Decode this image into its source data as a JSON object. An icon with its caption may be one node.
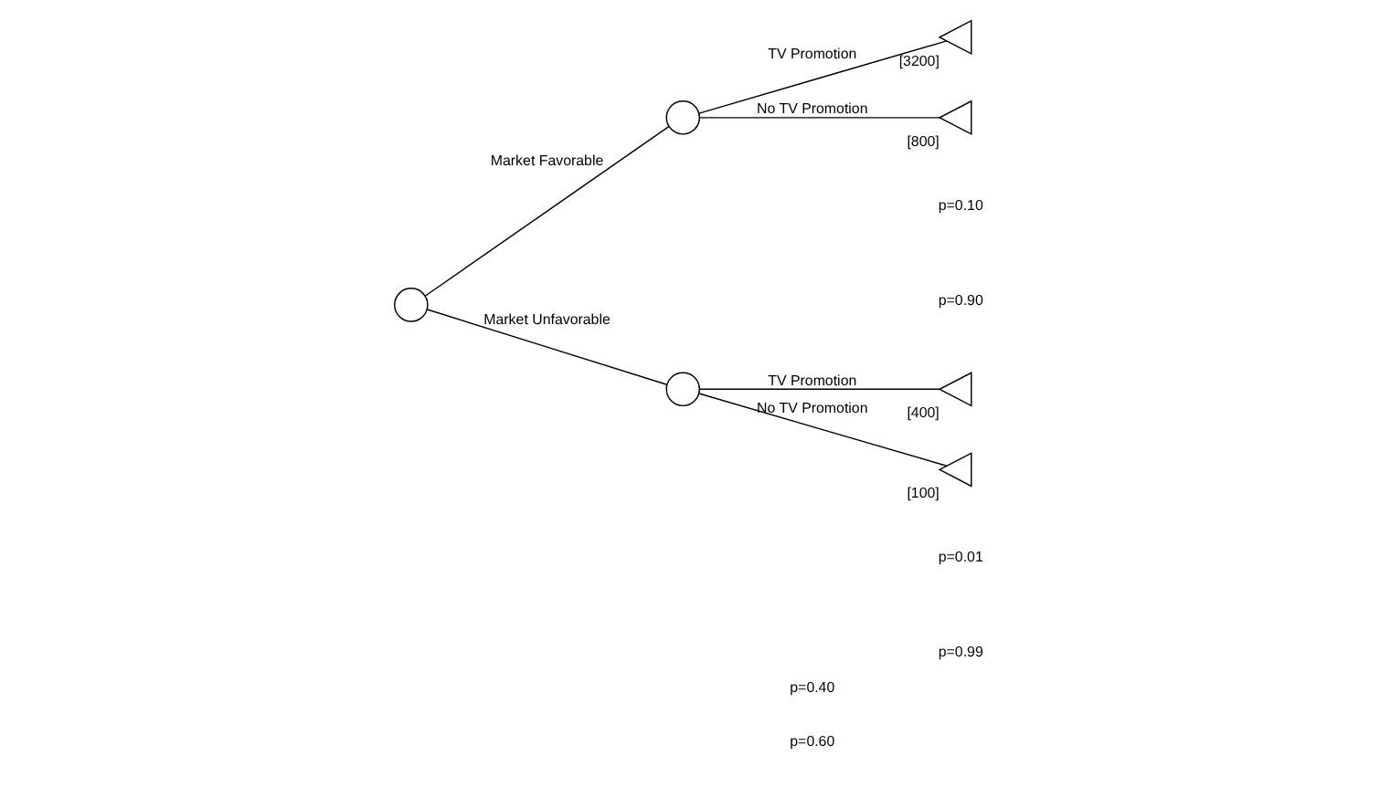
{
  "diagram": {
    "nodes": [
      {
        "text": [],
        "shape": "circle"
      },
      {
        "text": [],
        "shape": "circle"
      },
      {
        "text": [],
        "shape": "circle"
      },
      {
        "text": [],
        "shape": "triangle",
        "beside": [
          "[3200]"
        ]
      },
      {
        "text": [],
        "shape": "triangle",
        "beside": [
          "[800]"
        ]
      },
      {
        "text": [],
        "shape": "triangle",
        "beside": [
          "[400]"
        ]
      },
      {
        "text": [],
        "shape": "triangle",
        "beside": [
          "[100]"
        ]
      }
    ],
    "edges": [
      {
        "from": 0,
        "to": 1,
        "arrow": "none",
        "label": "Market Favorable"
      },
      {
        "from": 0,
        "to": 2,
        "arrow": "none",
        "label": "Market Unfavorable"
      },
      {
        "from": 1,
        "to": 3,
        "arrow": "none",
        "label": "TV Promotion"
      },
      {
        "from": 1,
        "to": 4,
        "arrow": "none",
        "label": "No TV Promotion"
      },
      {
        "from": 2,
        "to": 5,
        "arrow": "none",
        "label": "TV Promotion"
      },
      {
        "from": 2,
        "to": 6,
        "arrow": "none",
        "label": "No TV Promotion"
      }
    ],
    "labels": [
      "p=0.40",
      "p=0.60",
      "p=0.10",
      "p=0.90",
      "p=0.01",
      "p=0.99"
    ]
  }
}
